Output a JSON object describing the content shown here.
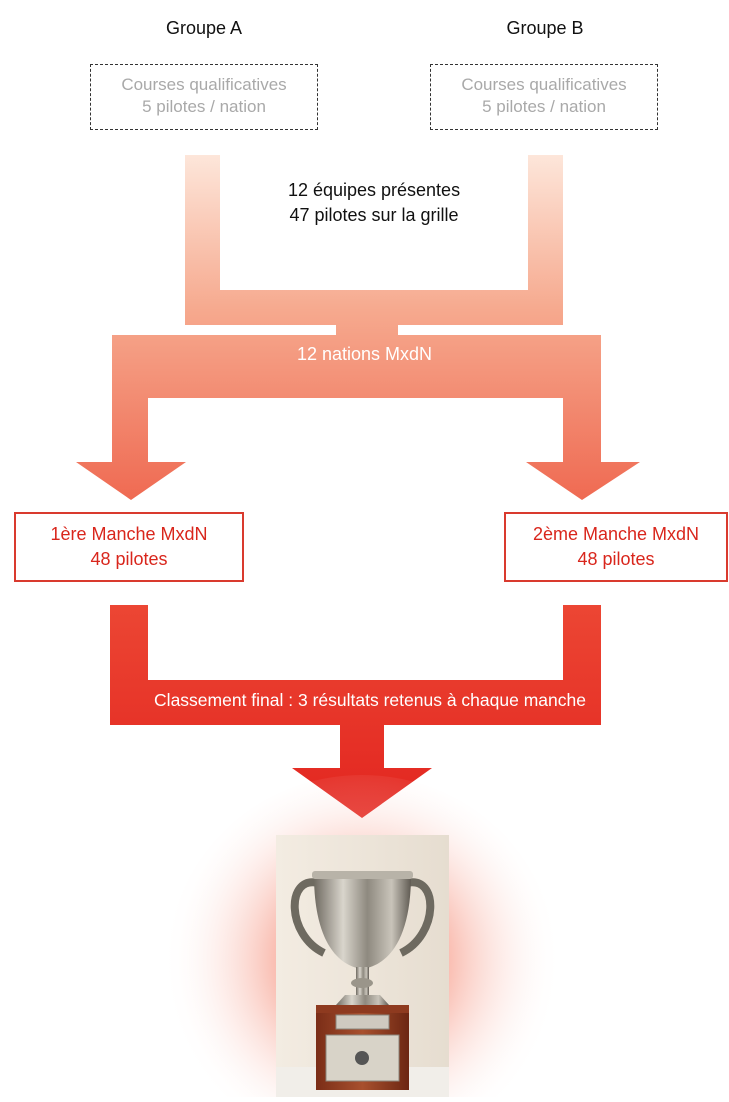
{
  "groups": {
    "a": {
      "title": "Groupe A",
      "line1": "Courses qualificatives",
      "line2": "5 pilotes / nation"
    },
    "b": {
      "title": "Groupe B",
      "line1": "Courses qualificatives",
      "line2": "5 pilotes / nation"
    }
  },
  "summary": {
    "line1": "12 équipes présentes",
    "line2": "47 pilotes sur la grille"
  },
  "nations_label": "12 nations MxdN",
  "races": {
    "first": {
      "line1": "1ère Manche MxdN",
      "line2": "48 pilotes"
    },
    "second": {
      "line1": "2ème Manche MxdN",
      "line2": "48 pilotes"
    }
  },
  "final_label": "Classement final : 3 résultats retenus à chaque manche",
  "colors": {
    "flow_top": "#fde3d5",
    "flow_mid": "#f4876a",
    "flow_bottom": "#e52421",
    "race_border": "#d93a2e"
  }
}
